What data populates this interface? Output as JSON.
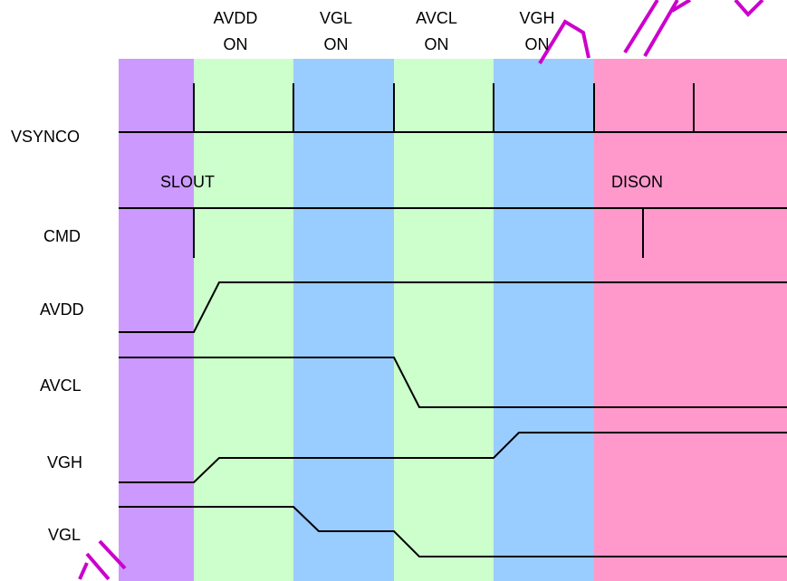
{
  "phases": [
    {
      "top": "AVDD",
      "bottom": "ON"
    },
    {
      "top": "VGL",
      "bottom": "ON"
    },
    {
      "top": "AVCL",
      "bottom": "ON"
    },
    {
      "top": "VGH",
      "bottom": "ON"
    }
  ],
  "signals": {
    "vsynco": "VSYNCO",
    "cmd": "CMD",
    "avdd": "AVDD",
    "avcl": "AVCL",
    "vgh": "VGH",
    "vgl": "VGL"
  },
  "commands": {
    "slout": "SLOUT",
    "dison": "DISON"
  },
  "colors": {
    "purple": "#cc99ff",
    "green": "#ccffcc",
    "blue": "#99ccff",
    "pink": "#ff99cc",
    "watermark": "#cc00cc"
  }
}
